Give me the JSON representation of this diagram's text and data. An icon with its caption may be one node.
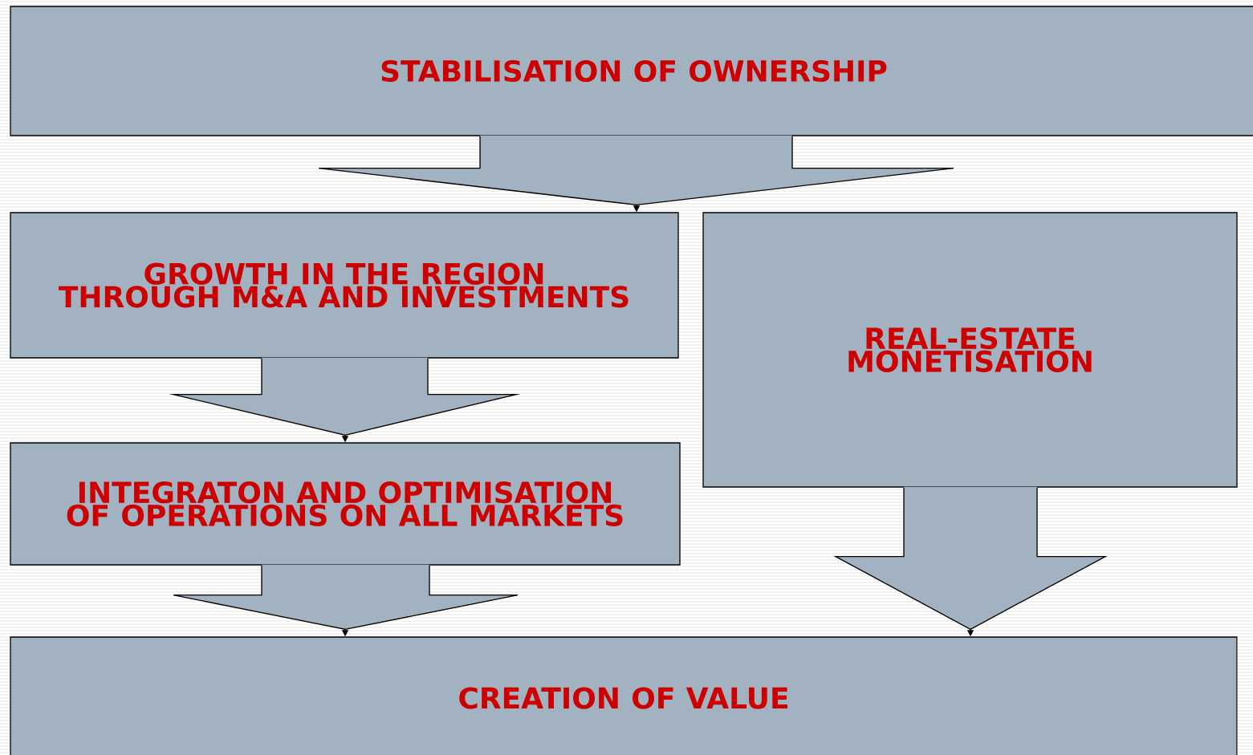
{
  "diagram": {
    "nodes": [
      {
        "text": [
          "STABILISATION OF OWNERSHIP"
        ]
      },
      {
        "text": [
          "GROWTH IN THE REGION THROUGH M&A AND INVESTMENTS"
        ]
      },
      {
        "text": [
          "REAL-ESTATE MONETISATION"
        ]
      },
      {
        "text": [
          "INTEGRATON AND OPTIMISATION OF OPERATIONS ON ALL MARKETS"
        ]
      },
      {
        "text": [
          "CREATION OF VALUE"
        ]
      }
    ],
    "edges": [
      {
        "from": 0,
        "to": 1,
        "arrow": "to"
      },
      {
        "from": 1,
        "to": 3,
        "arrow": "to"
      },
      {
        "from": 3,
        "to": 4,
        "arrow": "to"
      },
      {
        "from": 2,
        "to": 4,
        "arrow": "to"
      }
    ]
  }
}
